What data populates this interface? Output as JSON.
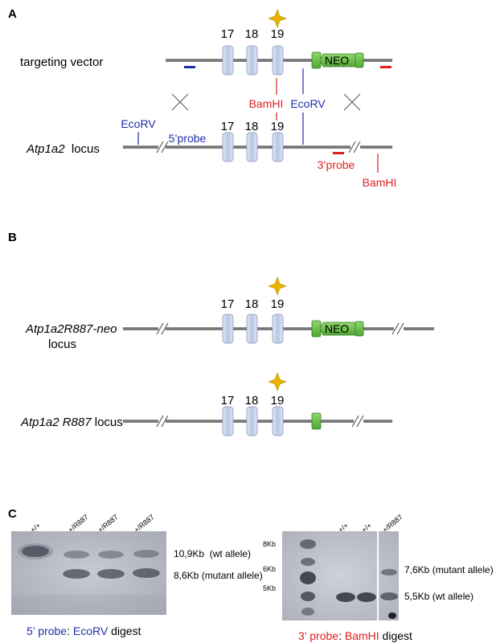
{
  "panels": {
    "a": "A",
    "b": "B",
    "c": "C"
  },
  "panel_a": {
    "row1_label": "targeting vector",
    "row2_label_italic": "Atp1a2",
    "row2_label_rest": "  locus",
    "exons": [
      "17",
      "18",
      "19"
    ],
    "neo": "NEO",
    "bamhi": "BamHI",
    "ecorv": "EcoRV",
    "probe5": "5’probe",
    "probe3": "3’probe"
  },
  "panel_b": {
    "row1_label_line1": "Atp1a2R887-neo",
    "row1_label_line2": "locus",
    "row2_label_italic": "Atp1a2 R887",
    "row2_label_rest": " locus",
    "exons": [
      "17",
      "18",
      "19"
    ],
    "neo": "NEO"
  },
  "panel_c": {
    "left_blot": {
      "lanes": [
        "+/+",
        "+/R887",
        "+/R887",
        "+/R887"
      ],
      "bands": [
        "10,9Kb  (wt allele)",
        "8,6Kb (mutant allele)"
      ],
      "caption_probe": "5’ probe",
      "caption_colon": ": ",
      "caption_enzyme": "EcoRV",
      "caption_rest": " digest"
    },
    "right_blot": {
      "markers": [
        "8Kb",
        "6Kb",
        "5Kb"
      ],
      "lanes": [
        "+/+",
        "+/+",
        "+/R887"
      ],
      "bands": [
        "7,6Kb (mutant allele)",
        "5,5Kb (wt allele)"
      ],
      "caption_probe": "3’ probe",
      "caption_colon": ": ",
      "caption_enzyme": "BamHI",
      "caption_rest": " digest"
    }
  },
  "colors": {
    "blue": "#1f2ea8",
    "red": "#e02020",
    "exon_fill": "#c7d3ea",
    "neo_fill": "#6cc24a",
    "star": "#e8b400"
  }
}
